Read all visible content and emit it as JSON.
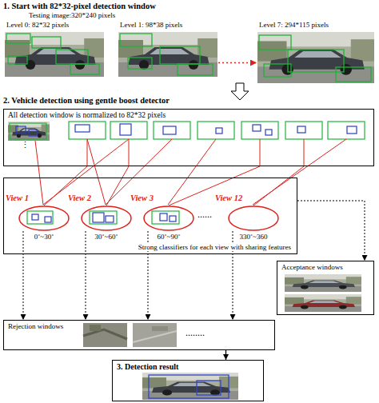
{
  "diagram": {
    "nodes": [
      {
        "text": [
          "Level 0: 82*32 pixels"
        ]
      },
      {
        "text": [
          "Level 1: 98*38 pixels"
        ]
      },
      {
        "text": [
          "Level 7: 294*115 pixels"
        ]
      },
      {
        "text": [
          "All detection window is normalized to 82*32 pixels"
        ]
      },
      {
        "text": [
          "Strong classifiers for each view with sharing features"
        ]
      },
      {
        "text": [
          "View 1",
          "0˚~30˚"
        ],
        "in": 4
      },
      {
        "text": [
          "View 2",
          "30˚~60˚"
        ],
        "in": 4
      },
      {
        "text": [
          "View 3",
          "60˚~90˚"
        ],
        "in": 4
      },
      {
        "text": [
          "View 12",
          "330˚~360"
        ],
        "in": 4
      },
      {
        "text": [
          "Acceptance windows"
        ]
      },
      {
        "text": [
          "Rejection windows"
        ]
      },
      {
        "text": [
          "3. Detection result"
        ]
      }
    ],
    "edges": [
      {
        "from": 1,
        "to": 2,
        "arrow": "to"
      },
      {
        "from": 3,
        "to": 5,
        "arrow": "none"
      },
      {
        "from": 3,
        "to": 6,
        "arrow": "none"
      },
      {
        "from": 3,
        "to": 7,
        "arrow": "none"
      },
      {
        "from": 3,
        "to": 8,
        "arrow": "none"
      },
      {
        "from": 4,
        "to": 9,
        "arrow": "to"
      },
      {
        "from": 5,
        "to": 10,
        "arrow": "to"
      },
      {
        "from": 6,
        "to": 10,
        "arrow": "to"
      },
      {
        "from": 7,
        "to": 10,
        "arrow": "to"
      },
      {
        "from": 8,
        "to": 10,
        "arrow": "to"
      },
      {
        "from": 10,
        "to": 11,
        "arrow": "to"
      }
    ],
    "labels": [
      "1. Start with 82*32-pixel detection window",
      "Testing image:320*240 pixels",
      "2. Vehicle detection using gentle boost detector",
      "⋮",
      "......",
      "........"
    ]
  }
}
